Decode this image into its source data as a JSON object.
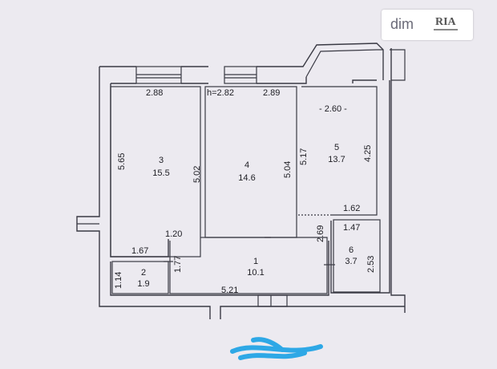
{
  "watermark": {
    "brand_text": "dim",
    "brand_logo_text": "RIA"
  },
  "plan": {
    "ceiling_height": "h=2.82",
    "rooms": [
      {
        "number": "3",
        "area": "15.5"
      },
      {
        "number": "4",
        "area": "14.6"
      },
      {
        "number": "5",
        "area": "13.7"
      },
      {
        "number": "1",
        "area": "10.1"
      },
      {
        "number": "2",
        "area": "1.9"
      },
      {
        "number": "6",
        "area": "3.7"
      }
    ],
    "dimensions": [
      "2.88",
      "2.82",
      "2.89",
      "- 2.60 -",
      "5.65",
      "5.02",
      "5.04",
      "5.17",
      "4.25",
      "1.62",
      "1.47",
      "2.69",
      "2.53",
      "1.20",
      "1.67",
      "1.77",
      "1.14",
      "5.21"
    ]
  },
  "colors": {
    "background": "#eceaf0",
    "wall": "#3a3a44",
    "scribble": "#2ea8e6"
  }
}
